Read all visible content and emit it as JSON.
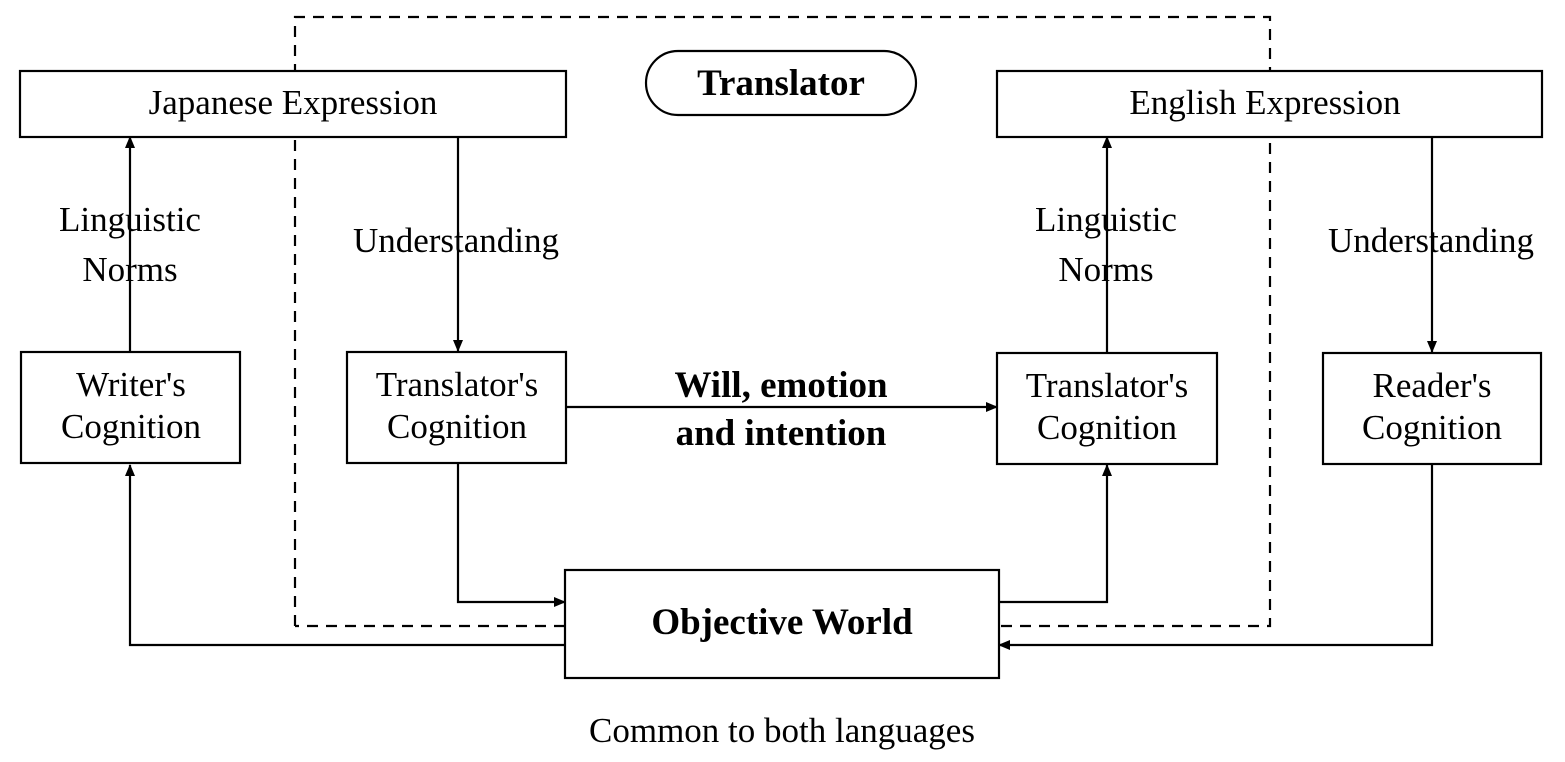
{
  "diagram": {
    "translator_label": "Translator",
    "japanese_expression": "Japanese Expression",
    "english_expression": "English Expression",
    "writers_cognition": [
      "Writer's",
      "Cognition"
    ],
    "translators_cognition_left": [
      "Translator's",
      "Cognition"
    ],
    "translators_cognition_right": [
      "Translator's",
      "Cognition"
    ],
    "readers_cognition": [
      "Reader's",
      "Cognition"
    ],
    "objective_world": "Objective World",
    "linguistic_norms_left": [
      "Linguistic",
      "Norms"
    ],
    "linguistic_norms_right": [
      "Linguistic",
      "Norms"
    ],
    "understanding_left": "Understanding",
    "understanding_right": "Understanding",
    "will_emotion": [
      "Will, emotion",
      "and intention"
    ],
    "caption": "Common to both languages"
  }
}
